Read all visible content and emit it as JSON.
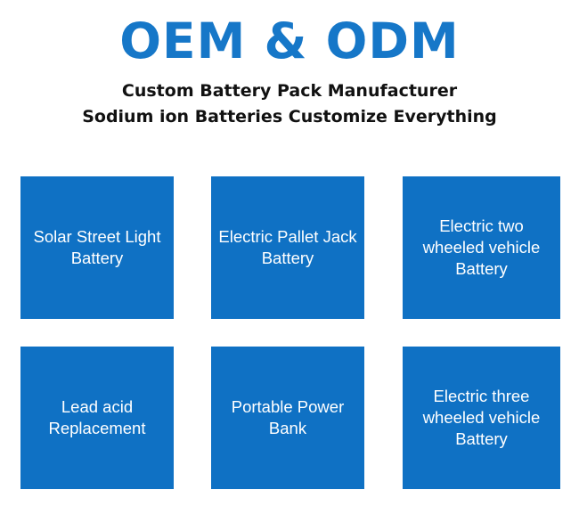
{
  "colors": {
    "brand_blue": "#1677c8",
    "tile_blue": "#0f71c4",
    "tile_text": "#ffffff",
    "subtitle_text": "#111111"
  },
  "header": {
    "title": "OEM & ODM",
    "subtitle_line1": "Custom Battery Pack Manufacturer",
    "subtitle_line2": "Sodium ion Batteries Customize Everything"
  },
  "tiles": [
    {
      "label": "Solar Street Light\nBattery"
    },
    {
      "label": "Electric Pallet Jack\nBattery"
    },
    {
      "label": "Electric two\nwheeled vehicle\nBattery"
    },
    {
      "label": "Lead acid\nReplacement"
    },
    {
      "label": "Portable Power\nBank"
    },
    {
      "label": "Electric three\nwheeled vehicle\nBattery"
    }
  ]
}
